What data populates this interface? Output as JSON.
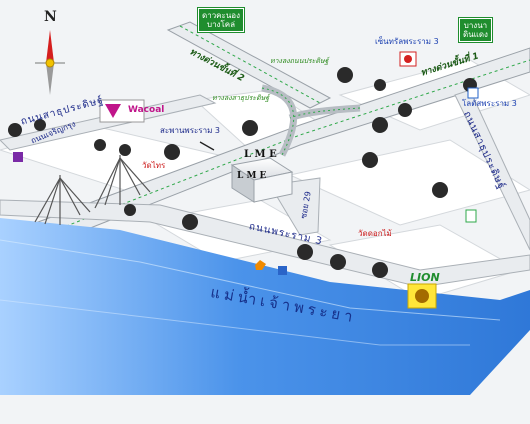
{
  "compass": {
    "north_label": "N"
  },
  "signs": {
    "top_center": [
      "ดาวคะนอง",
      "บางโคล่"
    ],
    "top_right": [
      "บางนา",
      "ดินแดง"
    ]
  },
  "highways": {
    "upper": "ทางด่วนขั้นที่ 2",
    "right": "ทางด่วนขั้นที่ 1"
  },
  "ramps": {
    "upper": "ทางลงถนนประดิษฐ์",
    "lower": "ทางลงสาธุประดิษฐ์"
  },
  "roads": {
    "left_diagonal": "ถนนสาธุประดิษฐ์",
    "side_left": "ถนนเจริญกรุง",
    "bridge": "สะพานพระราม 3",
    "soi": "ซอย 29",
    "rama3": "ถนนพระราม 3",
    "right_side": "ถนนสาธุประดิษฐ์"
  },
  "places": {
    "wacoal": "Wacoal",
    "wat_phai": "วัดไทร",
    "central_rama3": "เซ็นทรัลพระราม 3",
    "lotus_rama3": "โลตัสพระราม 3",
    "wat_dok_mai": "วัดดอกไม้",
    "lion": "LION",
    "lme_top": "L M E",
    "lme_box": "L M E"
  },
  "river": {
    "name": "แม่น้ำเจ้าพระยา"
  },
  "colors": {
    "river": "#2f78d8",
    "road_fill": "#e9ecef",
    "tree": "#2a2a2a",
    "sign_green": "#1f8d2e"
  }
}
